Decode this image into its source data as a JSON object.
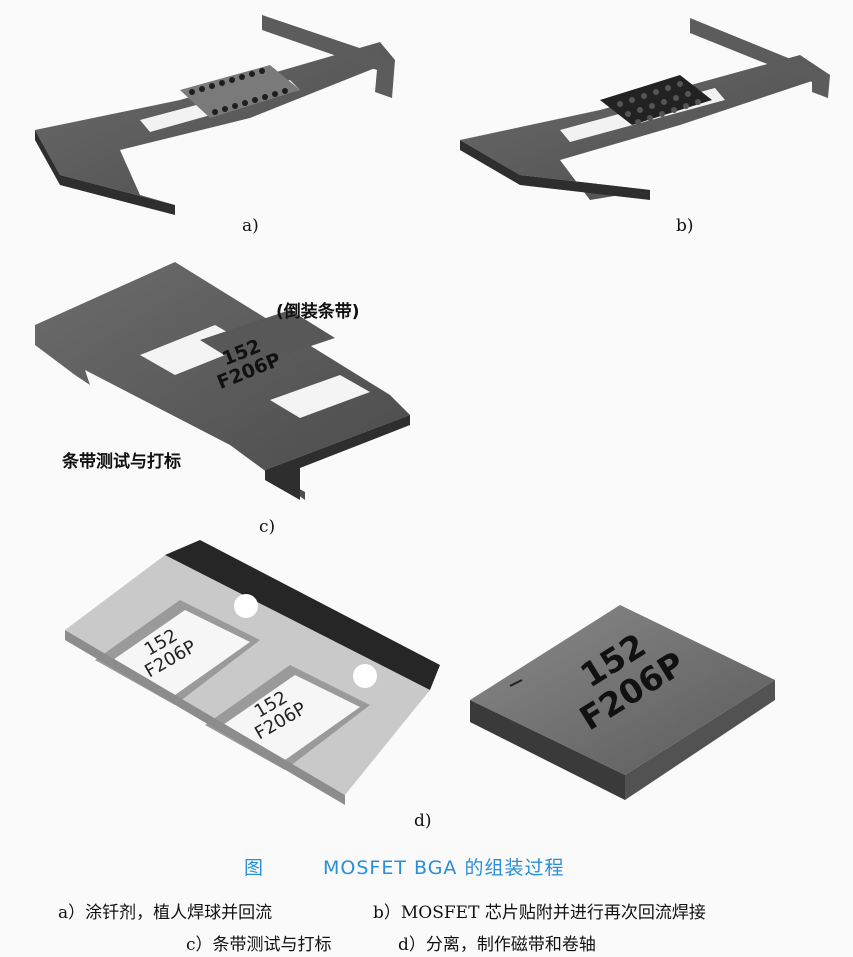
{
  "panels": {
    "a": {
      "label": "a)"
    },
    "b": {
      "label": "b)"
    },
    "c": {
      "label": "c)",
      "note_top": "(倒装条带)",
      "note_left": "条带测试与打标"
    },
    "d": {
      "label": "d)"
    }
  },
  "marking": {
    "line1": "152",
    "line2": "F206P"
  },
  "caption": {
    "fig_label": "图",
    "title": "MOSFET BGA 的组装过程",
    "line1_a": "a）涂钎剂，植人焊球并回流",
    "line1_b": "b）MOSFET 芯片贴附并进行再次回流焊接",
    "line2_c": "c）条带测试与打标",
    "line2_d": "d）分离，制作磁带和卷轴"
  },
  "colors": {
    "title": "#2a8fd6",
    "frame_dark": "#3e3e3e",
    "frame_top": "#6a6a6a"
  }
}
